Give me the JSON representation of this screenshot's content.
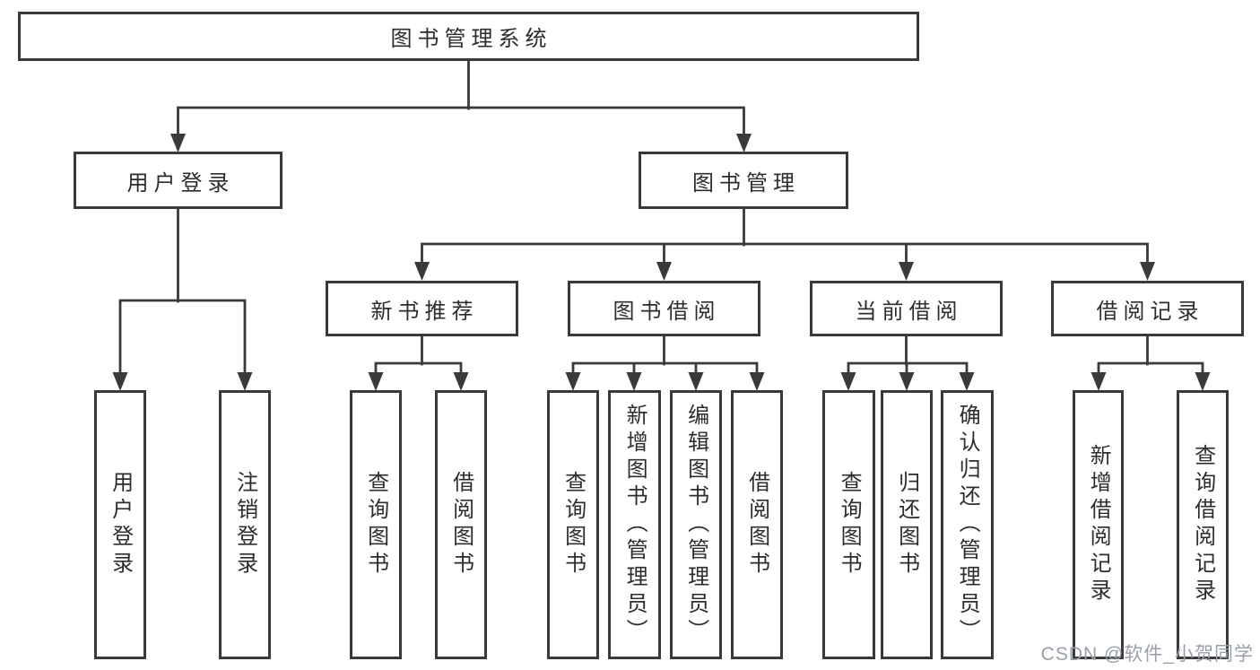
{
  "tree": {
    "root": "图书管理系统",
    "children": [
      {
        "label": "用户登录",
        "children": [
          "用户登录",
          "注销登录"
        ]
      },
      {
        "label": "图书管理",
        "children": [
          {
            "label": "新书推荐",
            "children": [
              "查询图书",
              "借阅图书"
            ]
          },
          {
            "label": "图书借阅",
            "children": [
              "查询图书",
              "新增图书（管理员）",
              "编辑图书（管理员）",
              "借阅图书"
            ]
          },
          {
            "label": "当前借阅",
            "children": [
              "查询图书",
              "归还图书",
              "确认归还（管理员）"
            ]
          },
          {
            "label": "借阅记录",
            "children": [
              "新增借阅记录",
              "查询借阅记录"
            ]
          }
        ]
      }
    ]
  },
  "watermark": "CSDN @软件_小贺同学",
  "colors": {
    "line": "#3a3a3a",
    "ink": "#2b2d31",
    "watermark": "#9aa0aa",
    "background": "#ffffff"
  }
}
